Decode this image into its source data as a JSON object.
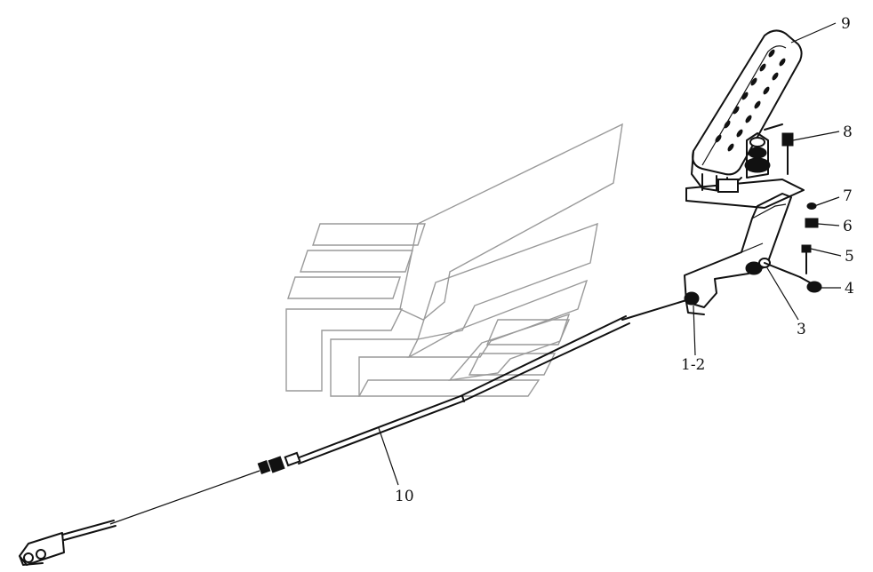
{
  "diagram": {
    "labels": {
      "l1_2": "1-2",
      "l3": "3",
      "l4": "4",
      "l5": "5",
      "l6": "6",
      "l7": "7",
      "l8": "8",
      "l9": "9",
      "l10": "10"
    },
    "colors": {
      "ink": "#111111",
      "watermark": "#9a9a9a",
      "background": "#ffffff"
    }
  }
}
